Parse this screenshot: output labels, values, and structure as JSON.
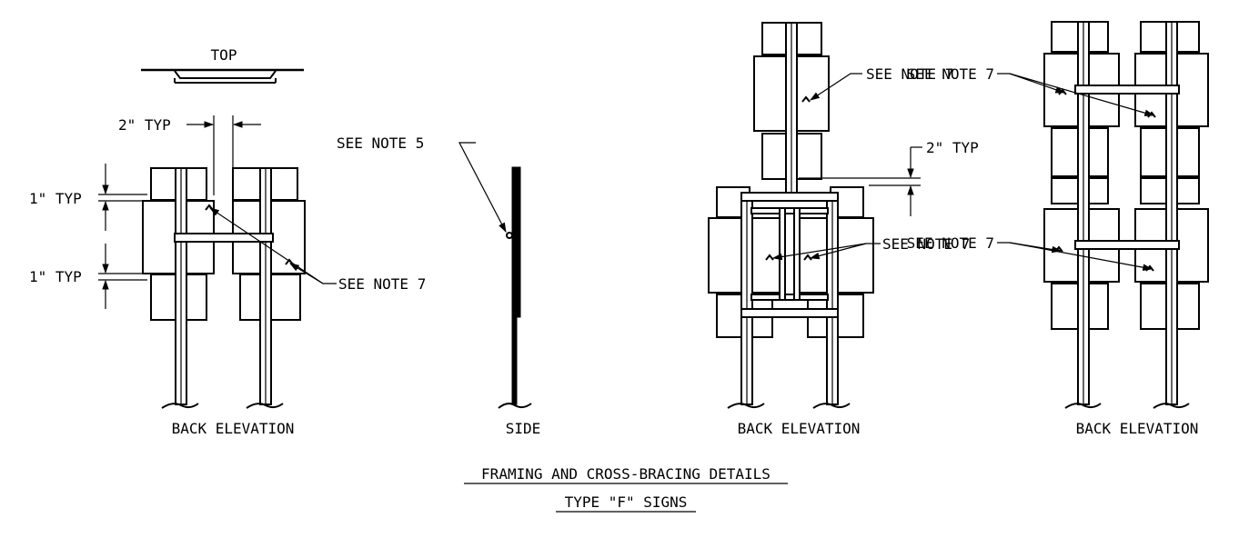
{
  "title": {
    "line1": "FRAMING AND CROSS-BRACING DETAILS",
    "line2": "TYPE \"F\" SIGNS"
  },
  "views": {
    "top_label": "TOP",
    "side_label": "SIDE",
    "back_elevation_1": "BACK ELEVATION",
    "back_elevation_2": "BACK ELEVATION",
    "back_elevation_3": "BACK ELEVATION"
  },
  "dimensions": {
    "spacing_top": "2\" TYP",
    "offset_upper": "1\" TYP",
    "offset_lower": "1\" TYP",
    "spacing_right": "2\" TYP"
  },
  "notes": {
    "note5": "SEE NOTE 5",
    "note7_left": "SEE NOTE 7",
    "note7_mid": "SEE NOTE 7",
    "note7_right_upper": "SEE NOTE 7",
    "note7_right_lower": "SEE NOTE 7"
  },
  "colors": {
    "ink": "#000000",
    "paper": "#ffffff"
  }
}
